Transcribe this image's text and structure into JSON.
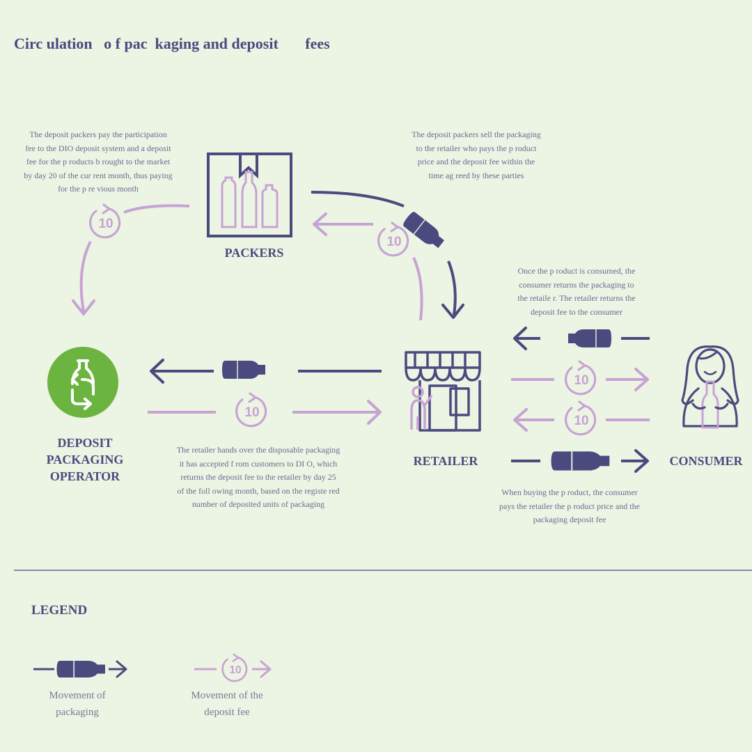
{
  "title": "Circ ulation   o f pac  kaging and deposit       fees",
  "nodes": {
    "packers": "PACKERS",
    "operator": "DEPOSIT\nPACKAGING\nOPERATOR",
    "retailer": "RETAILER",
    "consumer": "CONSUMER"
  },
  "descriptions": {
    "packers_to_operator": "The deposit packers pay the participation\nfee to the DIO deposit system and a deposit\nfee for the p    roducts b    rought to the market\nby day 20 of the cur     rent month, thus paying\nfor the p   re vious month",
    "packers_to_retailer": "The deposit packers sell the packaging\nto the    retailer who pays the p       roduct\nprice and the deposit fee within the\ntime ag   reed   by these parties",
    "consumer_returns": "Once the p    roduct is consumed, the\nconsumer     returns the packaging to\nthe   retaile  r. The  retailer   returns the\ndeposit fee to the consumer",
    "retailer_to_operator": "The  retailer hands      over the disposable packaging\nit has accepted f     rom customers to DI      O, which\nreturns the deposit fee to the           retailer    by day 25\nof the foll   owing month, based on the          registe  red\nnumber of deposited units of packaging",
    "consumer_buys": "When buying the p      roduct, the consumer\npays the    retailer the p     roduct price and the\npackaging deposit fee"
  },
  "coin_value": "10",
  "legend": {
    "title": "LEGEND",
    "packaging": "Movement of\npackaging",
    "deposit_fee": "Movement of the\ndeposit fee"
  },
  "colors": {
    "background": "#ecf4e3",
    "packaging": "#4b4a7e",
    "deposit_fee": "#c7a3d3",
    "operator_badge": "#6bb43f",
    "text": "#6b6a92"
  },
  "icons": [
    "box-icon",
    "recycle-bottle-icon",
    "store-icon",
    "woman-with-bottle-icon",
    "bottle-icon",
    "coin-10-icon",
    "arrow-icon"
  ]
}
